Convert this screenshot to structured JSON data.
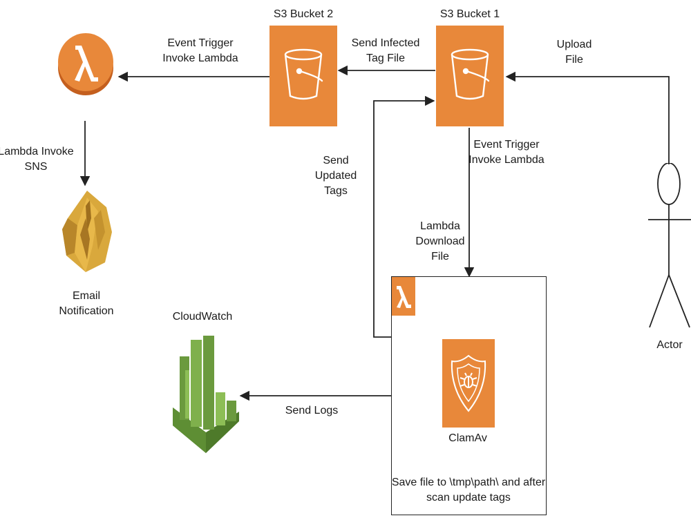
{
  "nodes": {
    "s3_bucket_2": {
      "label": "S3 Bucket 2"
    },
    "s3_bucket_1": {
      "label": "S3 Bucket 1"
    },
    "email": {
      "label": "Email\nNotification"
    },
    "cloudwatch": {
      "label": "CloudWatch"
    },
    "actor": {
      "label": "Actor"
    },
    "clamav": {
      "label": "ClamAv",
      "description": "Save file to \\tmp\\path\\ and after\nscan update tags"
    }
  },
  "edges": {
    "event_trigger_top": "Event Trigger\nInvoke Lambda",
    "send_infected": "Send Infected\nTag File",
    "upload_file": "Upload\nFile",
    "lambda_invoke_sns": "Lambda Invoke\nSNS",
    "send_updated_tags": "Send\nUpdated\nTags",
    "event_trigger_right": "Event Trigger\nInvoke Lambda",
    "lambda_download": "Lambda\nDownload\nFile",
    "send_logs": "Send Logs"
  },
  "colors": {
    "aws_orange": "#E8883A",
    "sns_gold": "#D9A83C",
    "cloudwatch_green": "#6B9A3E",
    "line": "#222222"
  },
  "icons": {
    "lambda": "lambda-icon",
    "bucket": "bucket-icon",
    "sns": "sns-icon",
    "cloudwatch": "cloudwatch-icon",
    "shield": "shield-bug-icon",
    "actor": "stick-figure-icon"
  }
}
